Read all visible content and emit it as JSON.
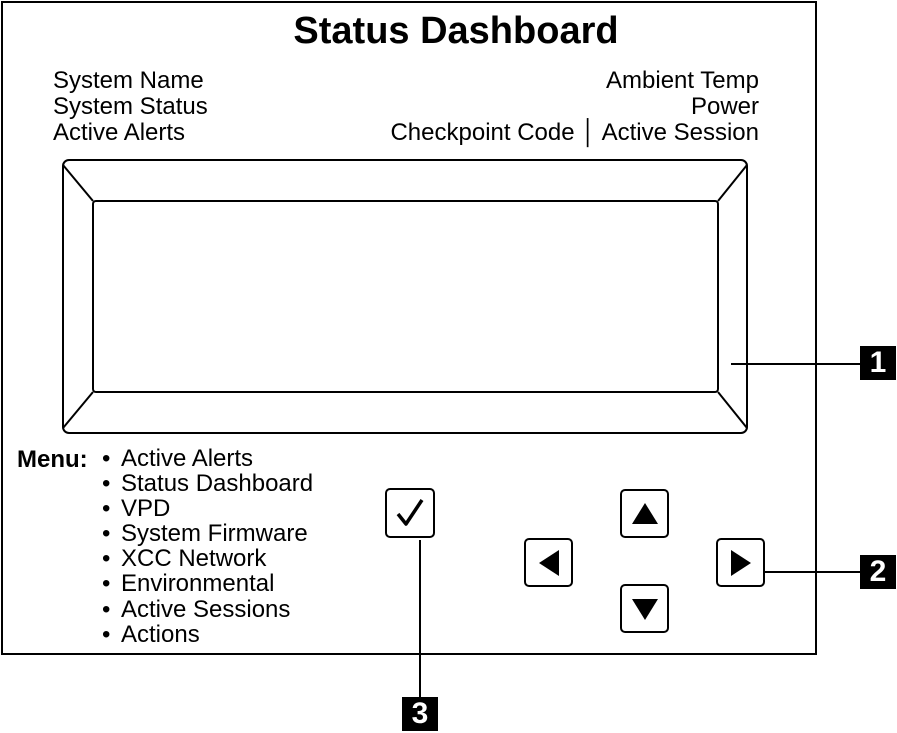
{
  "title": "Status Dashboard",
  "info_left": [
    "System Name",
    "System Status",
    "Active Alerts"
  ],
  "info_right": [
    "Ambient Temp",
    "Power",
    "Checkpoint Code │ Active Session"
  ],
  "menu": {
    "label": "Menu:",
    "bullet": "•",
    "items": [
      "Active Alerts",
      "Status Dashboard",
      "VPD",
      "System Firmware",
      "XCC Network",
      "Environmental",
      "Active Sessions",
      "Actions"
    ]
  },
  "buttons": {
    "select": "check-icon",
    "up": "arrow-up-icon",
    "left": "arrow-left-icon",
    "right": "arrow-right-icon",
    "down": "arrow-down-icon"
  },
  "callouts": [
    "1",
    "2",
    "3"
  ]
}
